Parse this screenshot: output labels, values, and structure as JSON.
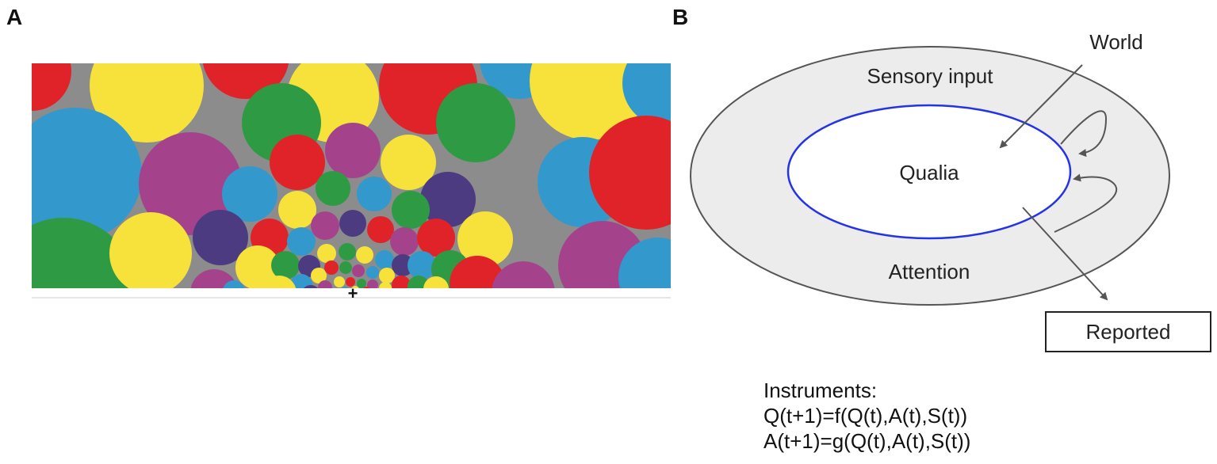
{
  "panel_a": {
    "letter": "A",
    "background_color": "#8c8c8c",
    "fixation_glyph": "+",
    "palette": [
      "#e02328",
      "#f7e23c",
      "#2e9a44",
      "#3398cc",
      "#a4438c",
      "#4d3b82"
    ]
  },
  "panel_b": {
    "letter": "B",
    "outer_label": "Sensory input",
    "inner_label": "Qualia",
    "bottom_label": "Attention",
    "world_label": "World",
    "reported_label": "Reported",
    "outer_fill": "#ececec",
    "inner_stroke": "#2433e6"
  },
  "instruments": {
    "heading": "Instruments:",
    "eq1": "Q(t+1)=f(Q(t),A(t),S(t))",
    "eq2": "A(t+1)=g(Q(t),A(t),S(t))"
  }
}
